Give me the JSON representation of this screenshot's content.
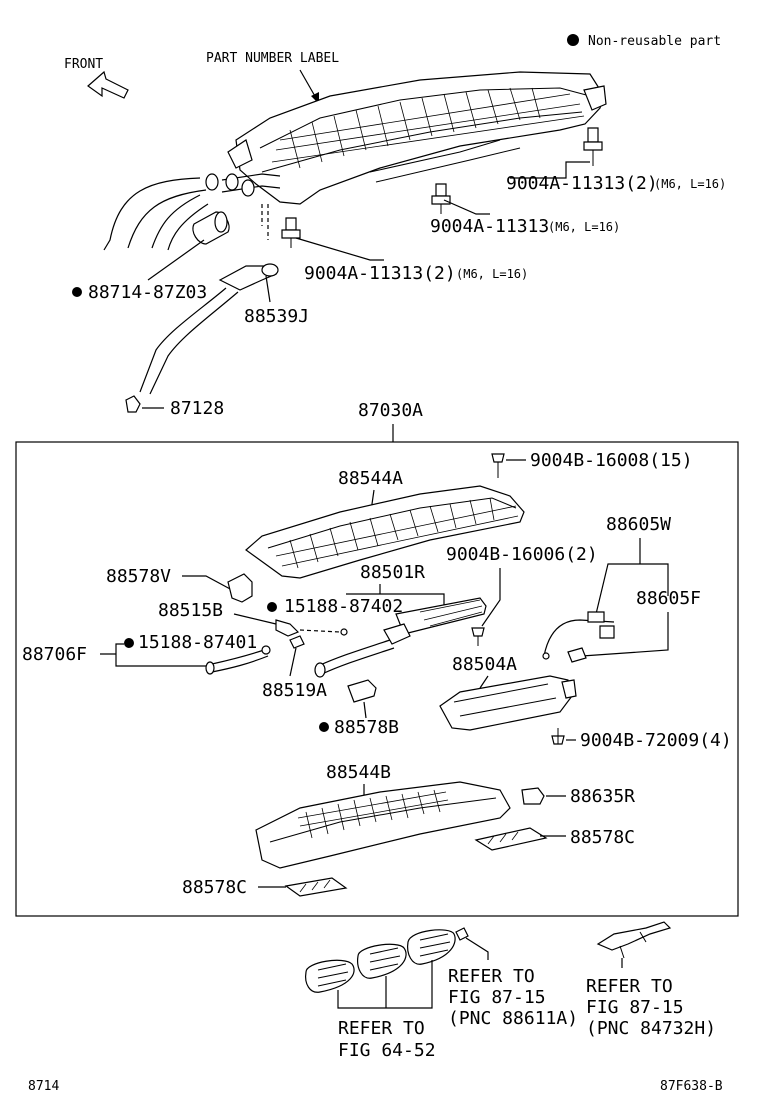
{
  "legend": {
    "bullet_label": "Non-reusable part"
  },
  "front_label": "FRONT",
  "part_number_label": "PART NUMBER LABEL",
  "top_callouts": {
    "bolt_a": {
      "code": "9004A-11313(2)",
      "spec": "(M6, L=16)"
    },
    "bolt_b": {
      "code": "9004A-11313",
      "spec": "(M6, L=16)"
    },
    "bolt_c": {
      "code": "9004A-11313(2)",
      "spec": "(M6, L=16)"
    },
    "hose_88714": "88714-87Z03",
    "hose_88539J": "88539J",
    "clamp_87128": "87128"
  },
  "assembly": {
    "code": "87030A",
    "parts": {
      "screw_16008": "9004B-16008(15)",
      "case_88544A": "88544A",
      "p88578V": "88578V",
      "p88501R": "88501R",
      "screw_16006": "9004B-16006(2)",
      "p88605W": "88605W",
      "p88605F": "88605F",
      "p88515B": "88515B",
      "oring_87402": "15188-87402",
      "p88706F": "88706F",
      "oring_87401": "15188-87401",
      "p88504A": "88504A",
      "p88519A": "88519A",
      "p88578B": "88578B",
      "screw_72009": "9004B-72009(4)",
      "case_88544B": "88544B",
      "p88635R": "88635R",
      "p88578C_right": "88578C",
      "p88578C_left": "88578C"
    }
  },
  "refer_1": {
    "line1": "REFER TO",
    "line2": "FIG 64-52"
  },
  "refer_2": {
    "line1": "REFER TO",
    "line2": "FIG 87-15",
    "line3": "(PNC 88611A)"
  },
  "refer_3": {
    "line1": "REFER TO",
    "line2": "FIG 87-15",
    "line3": "(PNC 84732H)"
  },
  "footer": {
    "left": "8714",
    "right": "87F638-B"
  }
}
